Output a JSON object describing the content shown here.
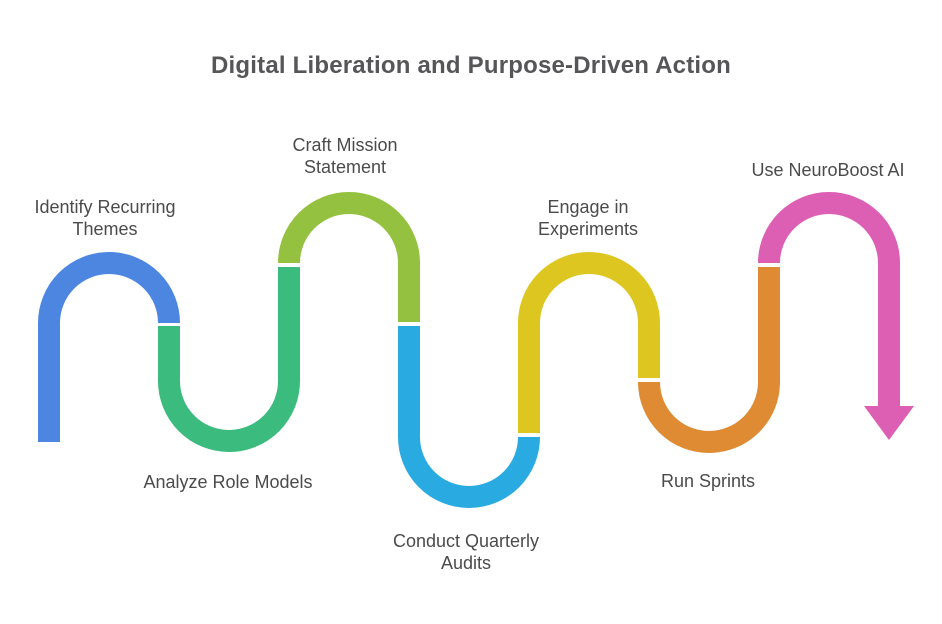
{
  "title": {
    "text": "Digital Liberation and Purpose-Driven Action",
    "color": "#565658"
  },
  "label_color": "#4b4b4b",
  "background_color": "#ffffff",
  "steps": [
    {
      "label": "Identify Recurring Themes",
      "color": "#4c86e0"
    },
    {
      "label": "Analyze Role Models",
      "color": "#3bbc7e"
    },
    {
      "label": "Craft Mission Statement",
      "color": "#94c13f"
    },
    {
      "label": "Conduct Quarterly Audits",
      "color": "#29abe2"
    },
    {
      "label": "Engage in Experiments",
      "color": "#ddc620"
    },
    {
      "label": "Run Sprints",
      "color": "#de8b33"
    },
    {
      "label": "Use NeuroBoost AI",
      "color": "#dd5fb3"
    }
  ],
  "end_marker": "down-arrow"
}
